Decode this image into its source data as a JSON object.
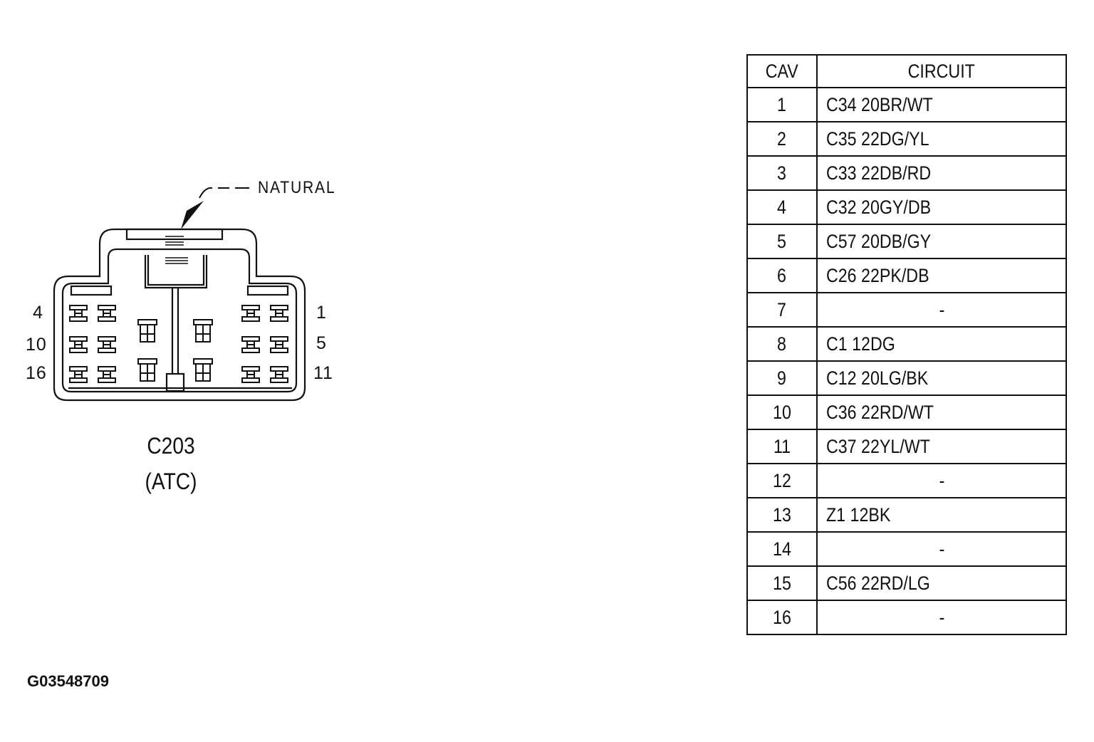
{
  "connector": {
    "color_label": "NATURAL",
    "name": "C203",
    "subname": "(ATC)",
    "pin_labels": {
      "left": [
        "4",
        "10",
        "16"
      ],
      "right": [
        "1",
        "5",
        "11"
      ]
    }
  },
  "table": {
    "headers": [
      "CAV",
      "CIRCUIT"
    ],
    "rows": [
      {
        "cav": "1",
        "circuit": "C34 20BR/WT"
      },
      {
        "cav": "2",
        "circuit": "C35 22DG/YL"
      },
      {
        "cav": "3",
        "circuit": "C33 22DB/RD"
      },
      {
        "cav": "4",
        "circuit": "C32 20GY/DB"
      },
      {
        "cav": "5",
        "circuit": "C57 20DB/GY"
      },
      {
        "cav": "6",
        "circuit": "C26 22PK/DB"
      },
      {
        "cav": "7",
        "circuit": "-"
      },
      {
        "cav": "8",
        "circuit": "C1 12DG"
      },
      {
        "cav": "9",
        "circuit": "C12 20LG/BK"
      },
      {
        "cav": "10",
        "circuit": "C36 22RD/WT"
      },
      {
        "cav": "11",
        "circuit": "C37 22YL/WT"
      },
      {
        "cav": "12",
        "circuit": "-"
      },
      {
        "cav": "13",
        "circuit": "Z1 12BK"
      },
      {
        "cav": "14",
        "circuit": "-"
      },
      {
        "cav": "15",
        "circuit": "C56 22RD/LG"
      },
      {
        "cav": "16",
        "circuit": "-"
      }
    ]
  },
  "figure_id": "G03548709"
}
